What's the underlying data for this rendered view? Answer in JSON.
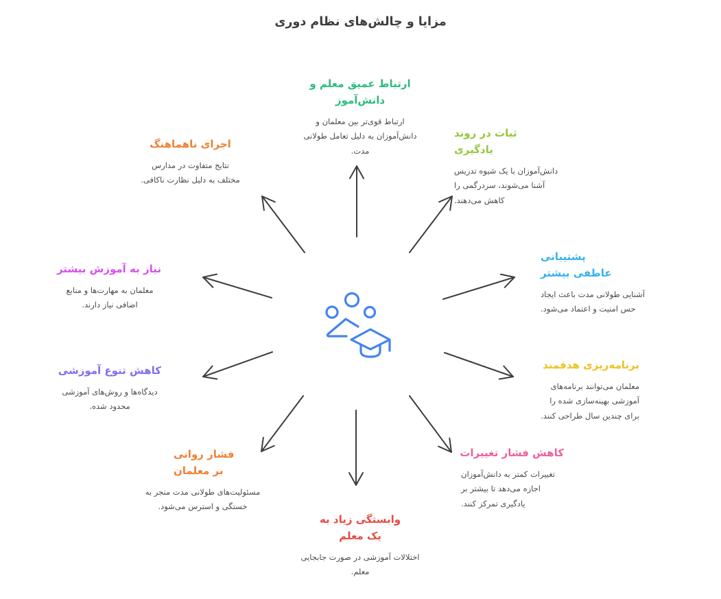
{
  "title": "مزایا و چالش‌های نظام دوری",
  "colors": {
    "background": "#ffffff",
    "main_title": "#3d3d3d",
    "desc_text": "#4a4a4a",
    "arrow": "#3d3d3d",
    "icon": "#4383f2"
  },
  "center": {
    "icon": "students-and-graduation-cap"
  },
  "nodes": [
    {
      "id": "deep-teacher-student-connection",
      "position": "top",
      "color": "#2cbd7d",
      "title": "ارتباط عمیق معلم و دانش‌آموز",
      "desc": "ارتباط قوی‌تر بین معلمان و دانش‌آموزان به دلیل تعامل طولانی مدت."
    },
    {
      "id": "stability-in-learning",
      "position": "top-right",
      "color": "#94c73d",
      "title": "ثبات در روند یادگیری",
      "desc": "دانش‌آموزان با یک شیوه تدریس آشنا می‌شوند، سردرگمی را کاهش می‌دهند."
    },
    {
      "id": "more-emotional-support",
      "position": "right-upper",
      "color": "#35b1ed",
      "title": "پشتیبانی عاطفی بیشتر",
      "desc": "آشنایی طولانی مدت باعث ایجاد حس امنیت و اعتماد می‌شود."
    },
    {
      "id": "purposeful-planning",
      "position": "right-lower",
      "color": "#eec31c",
      "title": "برنامه‌ریزی هدفمند",
      "desc": "معلمان می‌توانند برنامه‌های آموزشی بهینه‌سازی شده را برای چندین سال طراحی کنند."
    },
    {
      "id": "reduced-change-pressure",
      "position": "bottom-right",
      "color": "#ef5f9d",
      "title": "کاهش فشار تغییرات",
      "desc": "تغییرات کمتر به دانش‌آموزان اجازه می‌دهد تا بیشتر بر یادگیری تمرکز کنند."
    },
    {
      "id": "high-dependence-on-one-teacher",
      "position": "bottom",
      "color": "#e74c41",
      "title": "وابستگی زیاد به یک معلم",
      "desc": "اختلالات آموزشی در صورت جابجایی معلم."
    },
    {
      "id": "psychological-pressure-on-teachers",
      "position": "bottom-left",
      "color": "#ee8133",
      "title": "فشار روانی بر معلمان",
      "desc": "مسئولیت‌های طولانی مدت منجر به خستگی و استرس می‌شود."
    },
    {
      "id": "reduced-educational-variety",
      "position": "left-lower",
      "color": "#7e6ef1",
      "title": "کاهش تنوع آموزشی",
      "desc": "دیدگاه‌ها و روش‌های آموزشی محدود شده."
    },
    {
      "id": "need-for-more-training",
      "position": "left-upper",
      "color": "#d750ee",
      "title": "نیاز به آموزش بیشتر",
      "desc": "معلمان به مهارت‌ها و منابع اضافی نیاز دارند."
    },
    {
      "id": "inconsistent-implementation",
      "position": "top-left",
      "color": "#ee8133",
      "title": "اجرای ناهماهنگ",
      "desc": "نتایج متفاوت در مدارس مختلف به دلیل نظارت ناکافی."
    }
  ]
}
